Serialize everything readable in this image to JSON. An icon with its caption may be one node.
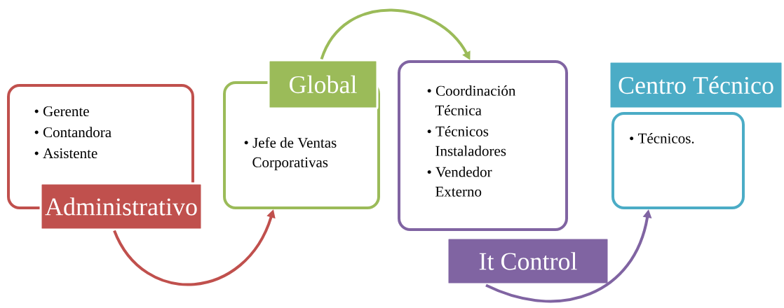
{
  "diagram": {
    "nodes": [
      {
        "text": [
          "• Gerente",
          "• Contandora",
          "• Asistente"
        ]
      },
      {
        "text": [
          "Administrativo"
        ]
      },
      {
        "text": [
          "Global"
        ]
      },
      {
        "text": [
          "• Jefe de Ventas Corporativas"
        ]
      },
      {
        "text": [
          "• Coordinación Técnica",
          "• Técnicos Instaladores",
          "• Vendedor Externo"
        ]
      },
      {
        "text": [
          "It Control"
        ]
      },
      {
        "text": [
          "Centro Técnico"
        ]
      },
      {
        "text": [
          "• Técnicos."
        ]
      }
    ],
    "edges": [
      {
        "from": 1,
        "to": 3,
        "arrow": "to",
        "color": "#c0504d"
      },
      {
        "from": 2,
        "to": 4,
        "arrow": "to",
        "color": "#9bbb59"
      },
      {
        "from": 5,
        "to": 7,
        "arrow": "to",
        "color": "#8064a2"
      }
    ]
  }
}
